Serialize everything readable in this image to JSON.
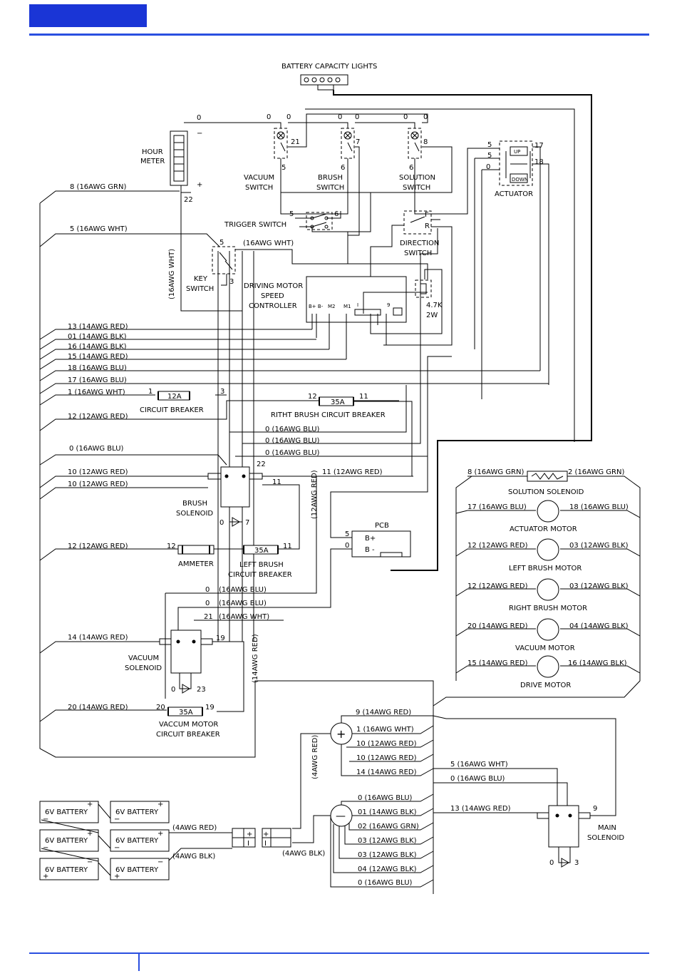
{
  "colors": {
    "accent": "#1a35d6"
  },
  "components": {
    "battery_capacity_lights": "BATTERY CAPACITY LIGHTS",
    "hour_meter": [
      "HOUR",
      "METER"
    ],
    "vacuum_switch": [
      "VACUUM",
      "SWITCH"
    ],
    "brush_switch": [
      "BRUSH",
      "SWITCH"
    ],
    "solution_switch": [
      "SOLUTION",
      "SWITCH"
    ],
    "actuator": "ACTUATOR",
    "actuator_up": "UP",
    "actuator_down": "DOWN",
    "trigger_switch": "TRIGGER SWITCH",
    "direction_switch": [
      "DIRECTION",
      "SWITCH"
    ],
    "direction_f": "F",
    "direction_r": "R",
    "key_switch": [
      "KEY",
      "SWITCH"
    ],
    "controller": [
      "DRIVING MOTOR",
      "SPEED",
      "CONTROLLER"
    ],
    "controller_terminals": [
      "B+ B-",
      "M2",
      "M1"
    ],
    "resistor": [
      "4.7K",
      "2W"
    ],
    "circuit_breaker": "CIRCUIT BREAKER",
    "cb_12a": "12A",
    "right_brush_cb": "RITHT BRUSH CIRCUIT BREAKER",
    "cb_35a": "35A",
    "brush_solenoid": [
      "BRUSH",
      "SOLENOID"
    ],
    "pcb": "PCB",
    "pcb_bplus": "B+",
    "pcb_bminus": "B -",
    "ammeter": "AMMETER",
    "left_brush_cb": [
      "LEFT BRUSH",
      "CIRCUIT BREAKER"
    ],
    "vacuum_solenoid": [
      "VACUUM",
      "SOLENOID"
    ],
    "vacuum_motor_cb": [
      "VACCUM MOTOR",
      "CIRCUIT BREAKER"
    ],
    "solution_solenoid": "SOLUTION SOLENOID",
    "actuator_motor": "ACTUATOR MOTOR",
    "left_brush_motor": "LEFT BRUSH MOTOR",
    "right_brush_motor": "RIGHT BRUSH MOTOR",
    "vacuum_motor": "VACUUM MOTOR",
    "drive_motor": "DRIVE MOTOR",
    "main_solenoid": [
      "MAIN",
      "SOLENOID"
    ],
    "battery": "6V BATTERY",
    "plus": "+",
    "minus": "−",
    "bus_plus": "+",
    "bus_minus": "—"
  },
  "wires": {
    "w_8_16grn": "8  (16AWG GRN)",
    "w_5_16wht": "5  (16AWG WHT)",
    "w_16wht": "(16AWG WHT)",
    "w_13_14red": "13 (14AWG RED)",
    "w_01_14blk": "01 (14AWG BLK)",
    "w_16_14blk": "16 (14AWG BLK)",
    "w_15_14red": "15 (14AWG RED)",
    "w_18_16blu": "18 (16AWG BLU)",
    "w_17_16blu": "17 (16AWG BLU)",
    "w_1_16wht": "1   (16AWG WHT)",
    "w_12_12red": "12  (12AWG RED)",
    "w_0_16blu": "0   (16AWG BLU)",
    "w_10_12red": "10  (12AWG RED)",
    "w_11_12red": "11 (12AWG RED)",
    "w_12_12red_b": "12  (12AWG RED)",
    "w_14_14red": "14  (14AWG RED)",
    "w_21_16wht": "(16AWG WHT)",
    "w_20_14red": "20  (14AWG RED)",
    "w_12awg_red_v": "(12AWG RED)",
    "w_14awg_red_v": "(14AWG RED)",
    "w_16awg_wht_v": "(16AWG WHT)",
    "w_4awg_red_v": "(4AWG RED)",
    "w_4awg_red": "(4AWG RED)",
    "w_4awg_blk": "(4AWG BLK)",
    "w_4awg_blk_b": "(4AWG BLK)",
    "w_16blu": "(16AWG BLU)",
    "w_sol_8": "8 (16AWG GRN)",
    "w_sol_2": "2 (16AWG GRN)",
    "w_act_17": "17 (16AWG BLU)",
    "w_act_18": "18 (16AWG BLU)",
    "w_lb_12": "12 (12AWG RED)",
    "w_lb_03": "03 (12AWG BLK)",
    "w_rb_12": "12 (12AWG RED)",
    "w_rb_03": "03 (12AWG BLK)",
    "w_vm_20": "20 (14AWG RED)",
    "w_vm_04": "04 (14AWG BLK)",
    "w_dm_15": "15 (14AWG RED)",
    "w_dm_16": "16 (14AWG BLK)",
    "w_p_9": "9 (14AWG RED)",
    "w_p_1": "1 (16AWG WHT)",
    "w_p_10a": "10 (12AWG RED)",
    "w_p_10b": "10 (12AWG RED)",
    "w_p_14": "14 (14AWG RED)",
    "w_m_5": "5 (16AWG WHT)",
    "w_m_0": "0 (16AWG BLU)",
    "w_m_13": "13 (14AWG RED)",
    "w_n_0a": "0   (16AWG BLU)",
    "w_n_01": "01 (14AWG BLK)",
    "w_n_02": "02 (16AWG GRN)",
    "w_n_03a": "03 (12AWG BLK)",
    "w_n_03b": "03 (12AWG BLK)",
    "w_n_04": "04 (12AWG BLK)",
    "w_n_0b": "0   (16AWG BLU)"
  },
  "terminals": {
    "n0": "0",
    "n1": "1",
    "n2": "2",
    "n3": "3",
    "n5": "5",
    "n6": "6",
    "n7": "7",
    "n8": "8",
    "n9": "9",
    "n11": "11",
    "n12": "12",
    "n17": "17",
    "n18": "18",
    "n19": "19",
    "n20": "20",
    "n21": "21",
    "n22": "22",
    "n23": "23",
    "nI": "I",
    "nDash": "−"
  }
}
